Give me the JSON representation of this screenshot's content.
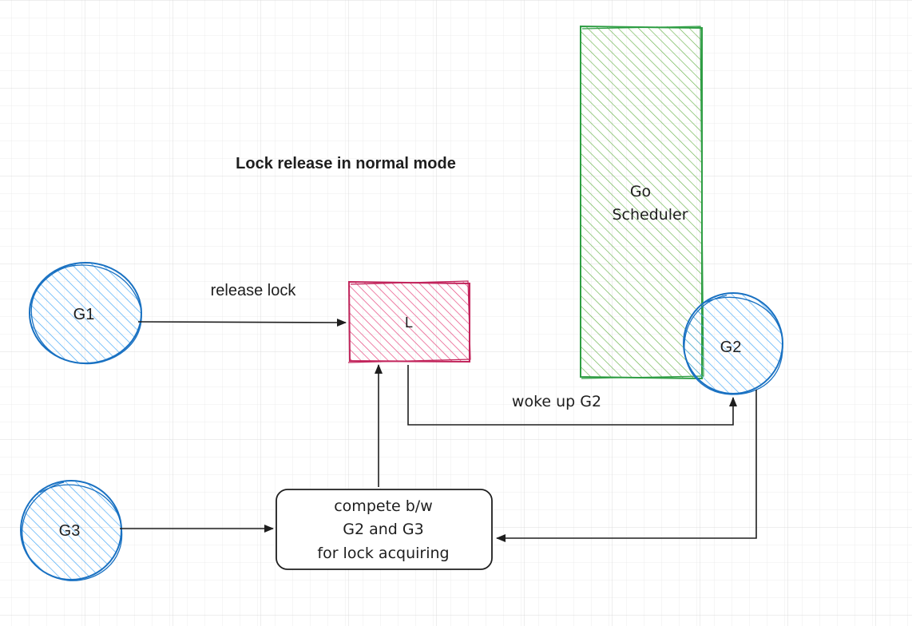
{
  "title": "Lock release in normal mode",
  "nodes": {
    "g1": {
      "label": "G1"
    },
    "g2": {
      "label": "G2"
    },
    "g3": {
      "label": "G3"
    },
    "lock": {
      "label": "L"
    },
    "scheduler": {
      "line1": "Go",
      "line2": "Scheduler"
    },
    "compete": {
      "line1": "compete b/w",
      "line2": "G2 and G3",
      "line3": "for lock acquiring"
    }
  },
  "edges": {
    "release": {
      "label": "release lock"
    },
    "wake": {
      "label": "woke up G2"
    }
  },
  "colors": {
    "goroutine": "#1971c2",
    "lock": "#c2255c",
    "scheduler": "#2f9e44",
    "stroke": "#1e1e1e",
    "grid": "#e4e4e4"
  }
}
